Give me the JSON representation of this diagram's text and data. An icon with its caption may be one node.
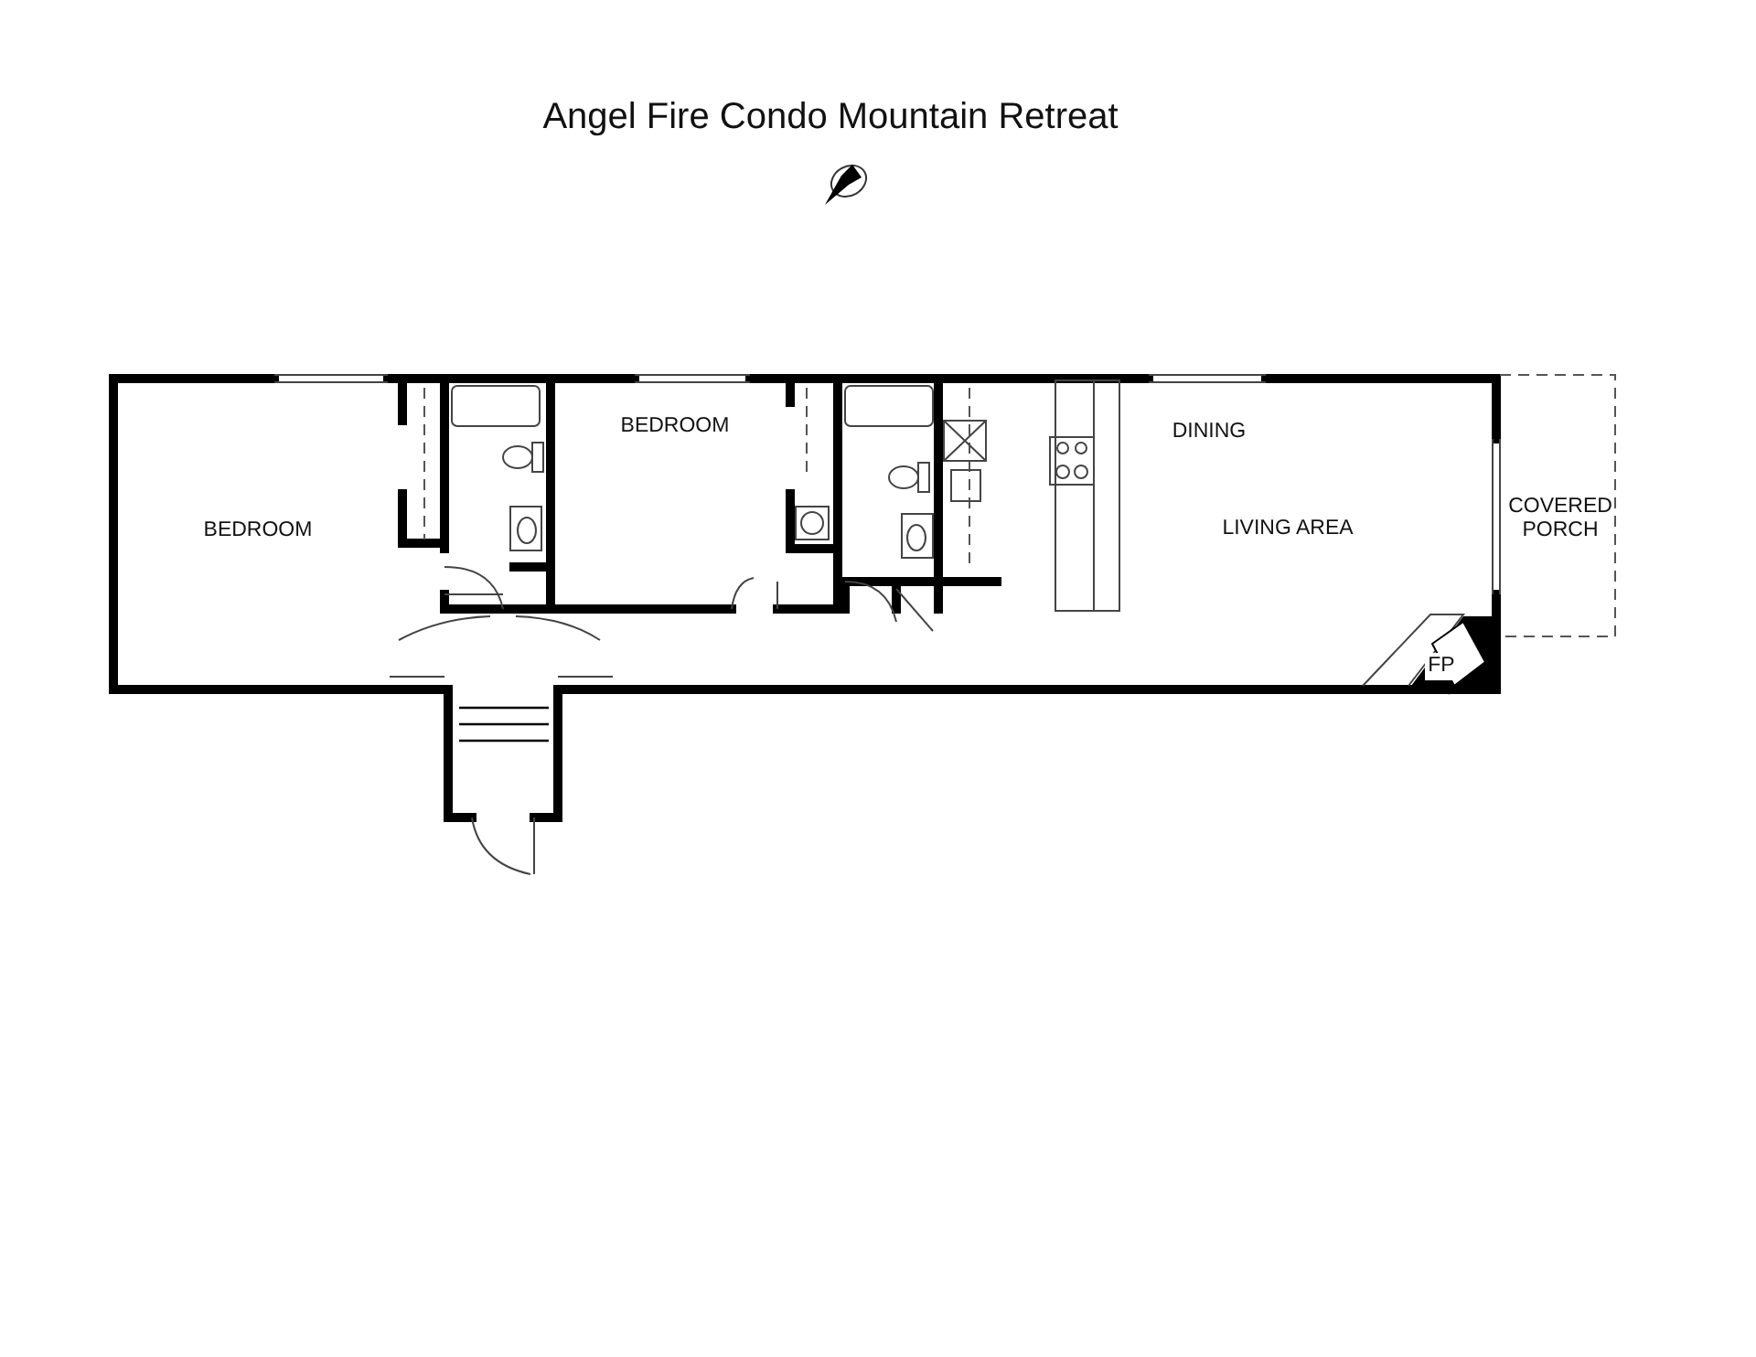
{
  "diagram": {
    "title": "Angel Fire Condo Mountain Retreat",
    "labels": [
      "BEDROOM",
      "BEDROOM",
      "DINING",
      "LIVING AREA",
      "COVERED PORCH",
      "FP"
    ]
  }
}
